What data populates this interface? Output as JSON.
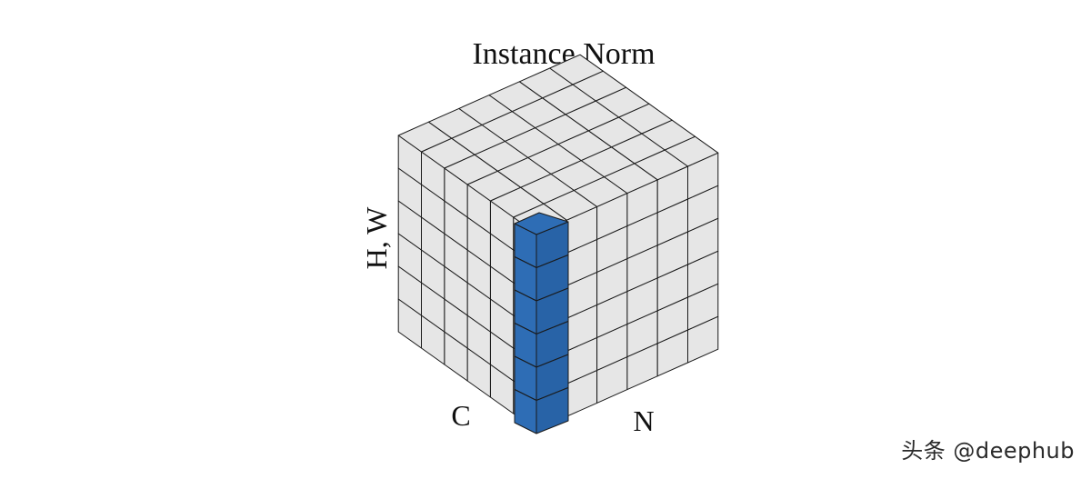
{
  "title": "Instance Norm",
  "axes": {
    "vertical_label": "H, W",
    "left_label": "C",
    "right_label": "N"
  },
  "cube": {
    "grid_size": 6,
    "highlight": {
      "description_axis": "single sample (N) and single channel (C), spanning all H, W",
      "c_index": 5,
      "n_index": 0
    }
  },
  "colors": {
    "cell_fill": "#e6e6e6",
    "cell_stroke": "#1a1a1a",
    "highlight_front": "#2e6db5",
    "highlight_top": "#2e6db5",
    "highlight_side": "#2863a7"
  },
  "watermark": "头条 @deephub"
}
